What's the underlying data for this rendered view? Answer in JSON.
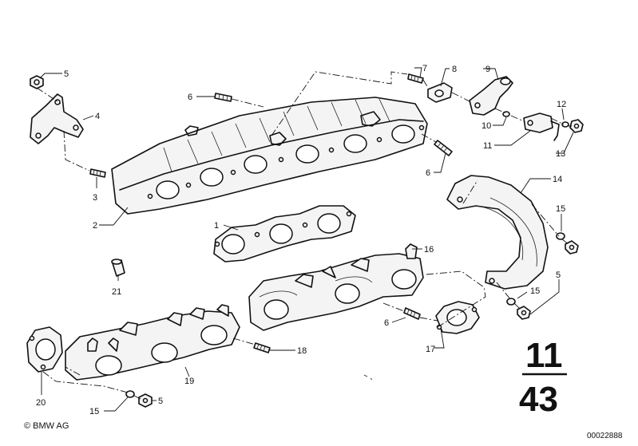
{
  "callouts": {
    "c1": "1",
    "c2": "2",
    "c3": "3",
    "c4": "4",
    "c5a": "5",
    "c5b": "5",
    "c5c": "5",
    "c6a": "6",
    "c6b": "6",
    "c6c": "6",
    "c7": "7",
    "c8": "8",
    "c9": "9",
    "c10": "10",
    "c11": "11",
    "c12": "12",
    "c13": "13",
    "c14": "14",
    "c15a": "15",
    "c15b": "15",
    "c15c": "15",
    "c16": "16",
    "c17": "17",
    "c18": "18",
    "c19": "19",
    "c20": "20",
    "c21": "21"
  },
  "group": {
    "main": "11",
    "sub": "43"
  },
  "copyright": "© BMW AG",
  "image_number": "00022888"
}
